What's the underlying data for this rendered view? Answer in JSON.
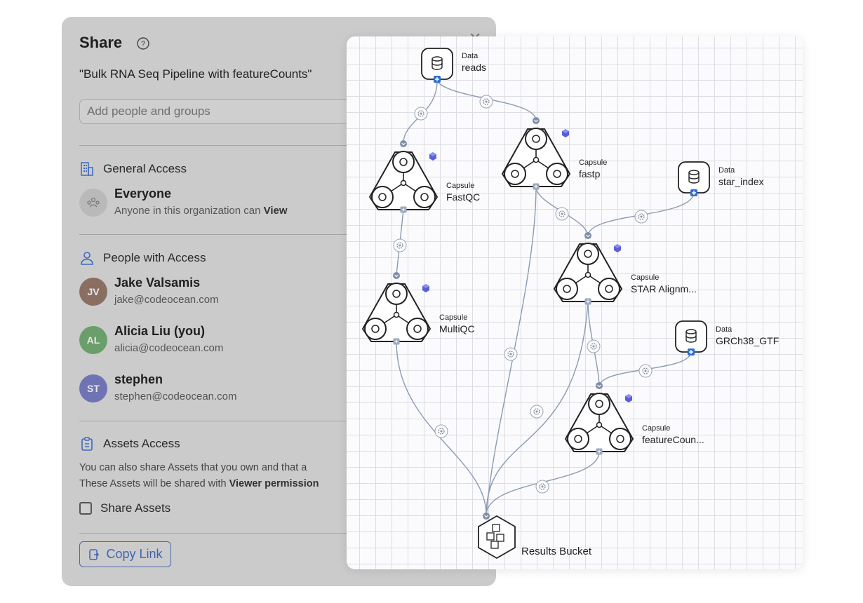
{
  "share": {
    "title": "Share",
    "pipeline_title": "\"Bulk RNA Seq Pipeline with featureCounts\"",
    "add_placeholder": "Add people and groups",
    "general_access": {
      "heading": "General Access",
      "name": "Everyone",
      "desc_prefix": "Anyone in this organization can ",
      "desc_perm": "View"
    },
    "people_heading": "People with Access",
    "people": [
      {
        "initials": "JV",
        "name": "Jake Valsamis",
        "email": "jake@codeocean.com",
        "color": "#8a6e62"
      },
      {
        "initials": "AL",
        "name": "Alicia Liu (you)",
        "email": "alicia@codeocean.com",
        "color": "#6a9e6a"
      },
      {
        "initials": "ST",
        "name": "stephen",
        "email": "stephen@codeocean.com",
        "color": "#6f73b4"
      }
    ],
    "assets": {
      "heading": "Assets Access",
      "line1": "You can also share Assets that you own and that a",
      "line2_prefix": "These Assets will be shared with ",
      "line2_bold": "Viewer permission",
      "checkbox_label": "Share Assets"
    },
    "copy_link": "Copy Link"
  },
  "pipeline": {
    "nodes": [
      {
        "id": "reads",
        "kind": "Data",
        "name": "reads"
      },
      {
        "id": "fastp",
        "kind": "Capsule",
        "name": "fastp"
      },
      {
        "id": "fastqc",
        "kind": "Capsule",
        "name": "FastQC"
      },
      {
        "id": "star_index",
        "kind": "Data",
        "name": "star_index"
      },
      {
        "id": "star",
        "kind": "Capsule",
        "name": "STAR Alignm..."
      },
      {
        "id": "multiqc",
        "kind": "Capsule",
        "name": "MultiQC"
      },
      {
        "id": "gtf",
        "kind": "Data",
        "name": "GRCh38_GTF"
      },
      {
        "id": "featurecounts",
        "kind": "Capsule",
        "name": "featureCoun..."
      },
      {
        "id": "results",
        "kind": "",
        "name": "Results Bucket"
      }
    ],
    "accent": "#2f6fd0",
    "wire_color": "#8a9bb3"
  }
}
